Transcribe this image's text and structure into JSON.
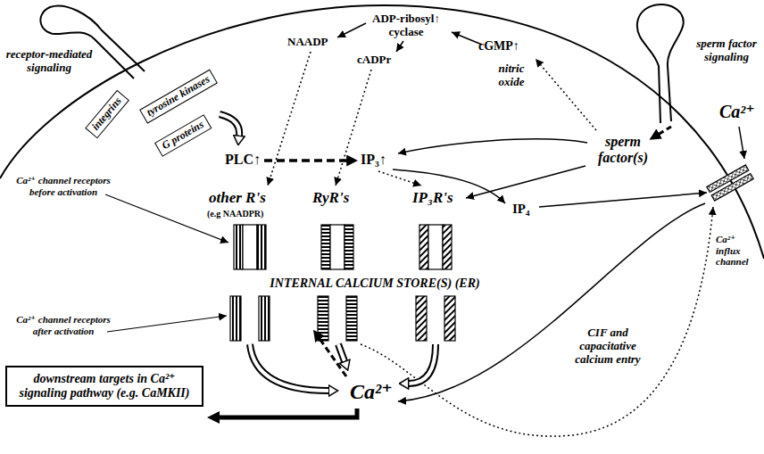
{
  "diagram": {
    "nodes": [
      {
        "text": [
          "integrins"
        ]
      },
      {
        "text": [
          "tyrosine kinases"
        ]
      },
      {
        "text": [
          "G proteins"
        ]
      },
      {
        "text": [
          "INTERNAL CALCIUM STORE(S) (ER)"
        ]
      },
      {
        "text": [
          "downstream targets in Ca²⁺ signaling pathway (e.g. CaMKII)"
        ]
      }
    ],
    "labels": [
      "receptor-mediated signaling",
      "ADP-ribosyl↑ cyclase",
      "sperm factor signaling",
      "NAADP",
      "cGMP↑",
      "cADPr",
      "nitric oxide",
      "Ca²⁺",
      "PLC↑",
      "IP₃↑",
      "sperm factor(s)",
      "Ca²⁺ channel receptors before activation",
      "other R's",
      "(e.g NAADPR)",
      "RyR's",
      "IP₃R's",
      "IP₄",
      "Ca²⁺ influx channel",
      "Ca²⁺ channel receptors after activation",
      "CIF and capacitative calcium entry",
      "Ca²⁺"
    ]
  }
}
